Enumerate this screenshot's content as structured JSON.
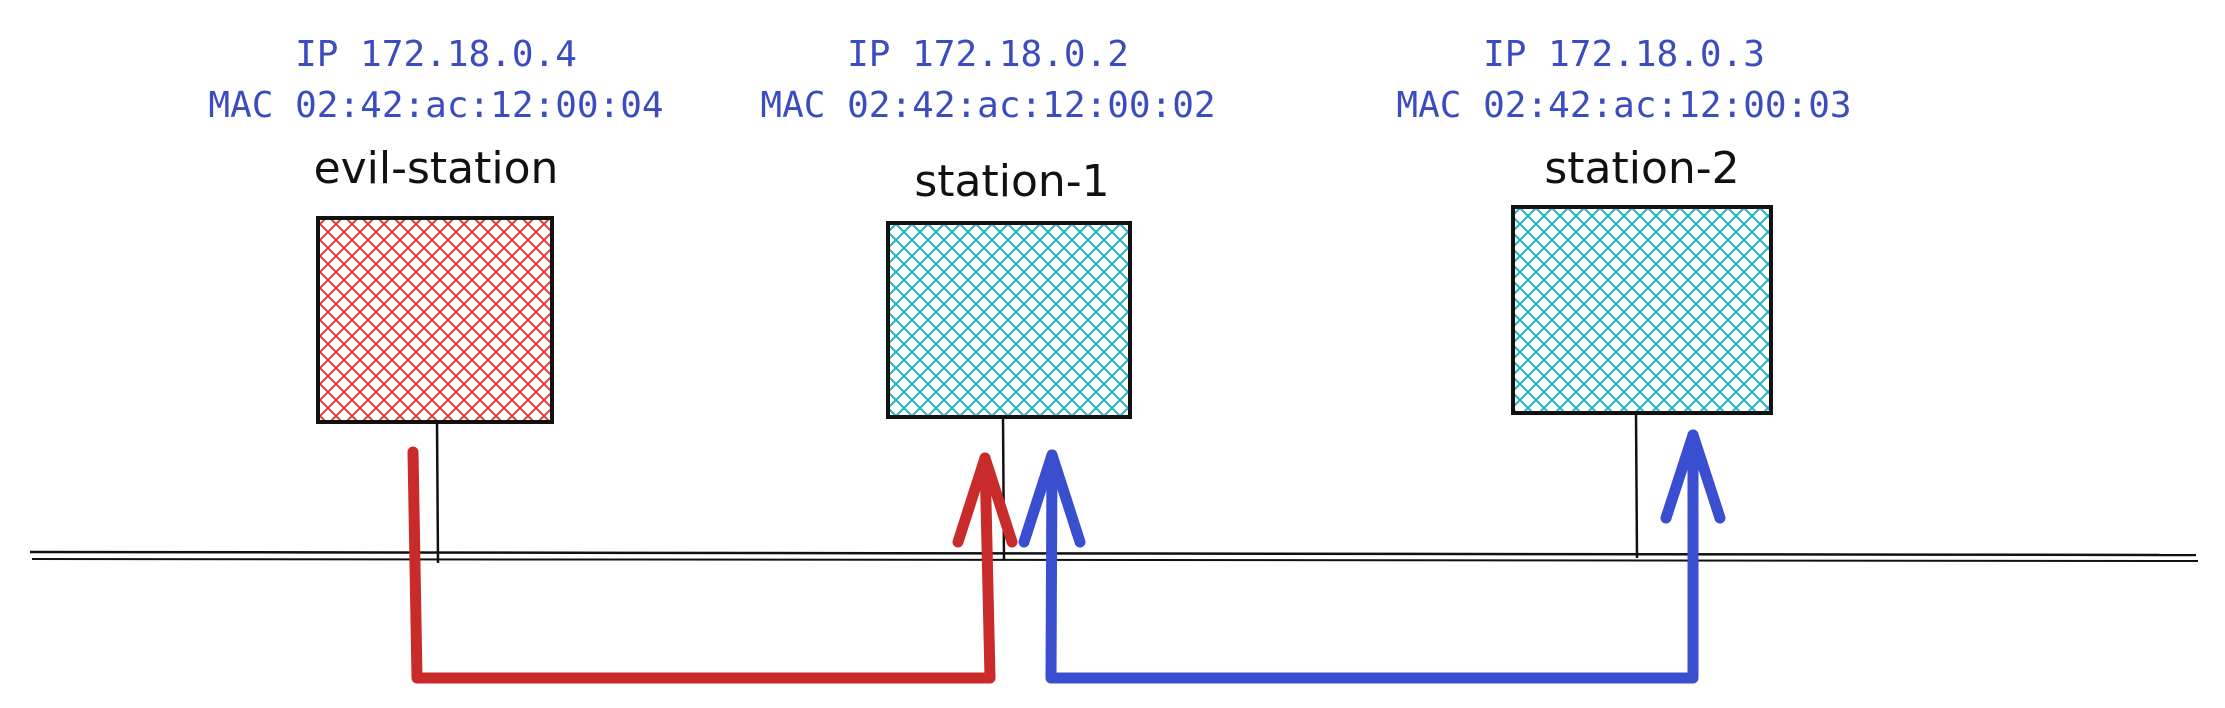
{
  "colors": {
    "address_text": "#3b4cc0",
    "outline": "#111111",
    "attacker_fill": "#e03c3c",
    "station_fill": "#1fb1c0",
    "attack_arrow": "#c92a2a",
    "reply_arrow": "#3a4fd0"
  },
  "hosts": [
    {
      "name": "evil-station",
      "ip": "IP 172.18.0.4",
      "mac": "MAC 02:42:ac:12:00:04",
      "role": "attacker"
    },
    {
      "name": "station-1",
      "ip": "IP 172.18.0.2",
      "mac": "MAC 02:42:ac:12:00:02",
      "role": "station"
    },
    {
      "name": "station-2",
      "ip": "IP 172.18.0.3",
      "mac": "MAC 02:42:ac:12:00:03",
      "role": "station"
    }
  ],
  "connections": [
    {
      "from": "evil-station",
      "to": "station-1",
      "color_key": "attack_arrow"
    },
    {
      "from": "station-1",
      "to": "station-2",
      "color_key": "reply_arrow",
      "bidirectional": true
    }
  ]
}
